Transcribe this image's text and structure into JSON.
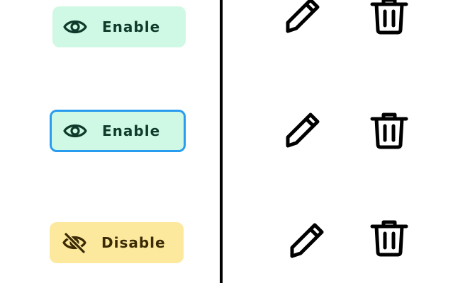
{
  "rows": [
    {
      "toggle": {
        "label": "Enable",
        "icon": "eye-icon",
        "state": "enabled",
        "background": "#cff9e4",
        "text_color": "#0f3b2c"
      }
    },
    {
      "toggle": {
        "label": "Enable",
        "icon": "eye-icon",
        "state": "enabled-focused",
        "background": "#cff9e4",
        "text_color": "#0f3b2c",
        "focus_ring": "#2a9cf0"
      }
    },
    {
      "toggle": {
        "label": "Disable",
        "icon": "eye-slash-icon",
        "state": "disabled",
        "background": "#fde99e",
        "text_color": "#3a2a05"
      }
    }
  ],
  "actions": {
    "edit_icon": "pencil-icon",
    "delete_icon": "trash-icon"
  },
  "colors": {
    "divider": "#000000",
    "icon": "#000000"
  }
}
